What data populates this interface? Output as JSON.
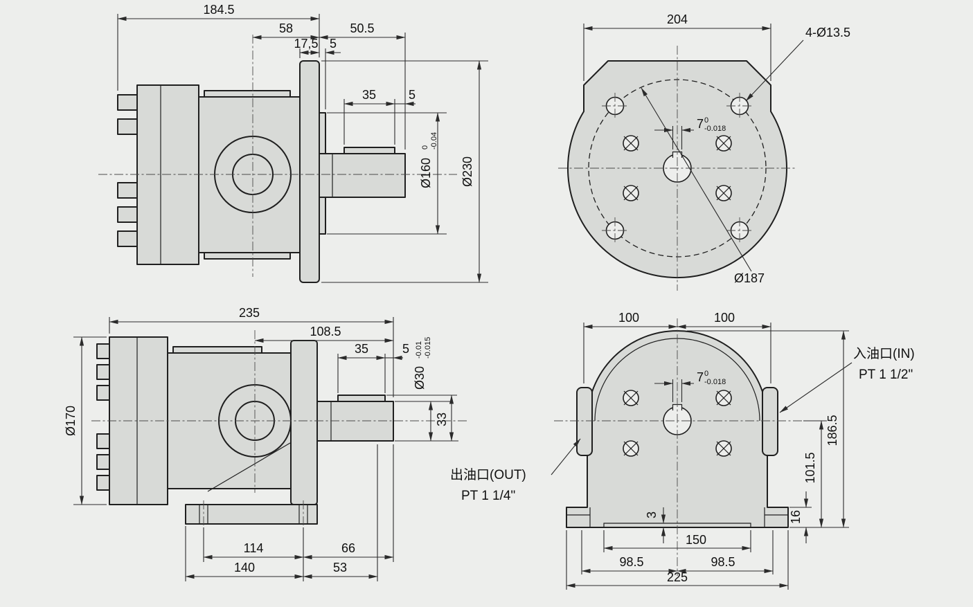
{
  "colors": {
    "background": "#edeeec",
    "metal_fill": "#d8dad7",
    "object_line": "#1f1f1f",
    "dimension_line": "#2b2b2b"
  },
  "side_view_top": {
    "len_total": "184.5",
    "len_58": "58",
    "len_50_5": "50.5",
    "len_17_5": "17,5",
    "len_5_pilot": "5",
    "key_35": "35",
    "key_5": "5",
    "dia_160": "Ø160",
    "dia_160_tol_hi": "0",
    "dia_160_tol_lo": "-0.04",
    "dia_230": "Ø230"
  },
  "front_view_top": {
    "width_204": "204",
    "holes": "4-Ø13.5",
    "key_7": "7",
    "key_tol_hi": "0",
    "key_tol_lo": "-0.018",
    "bolt_circle": "Ø187"
  },
  "side_view_bottom": {
    "len_total": "235",
    "len_108_5": "108.5",
    "key_35": "35",
    "key_5": "5",
    "dia_30": "Ø30",
    "dia_30_tol_hi": "-0.01",
    "dia_30_tol_lo": "-0.015",
    "dia_170": "Ø170",
    "height_33": "33",
    "len_114": "114",
    "len_66": "66",
    "len_140": "140",
    "len_53": "53"
  },
  "front_view_bottom": {
    "width_100_left": "100",
    "width_100_right": "100",
    "key_7": "7",
    "key_tol_hi": "0",
    "key_tol_lo": "-0.018",
    "inlet_line1": "入油口(IN)",
    "inlet_line2": "PT 1 1/2\"",
    "outlet_line1": "出油口(OUT)",
    "outlet_line2": "PT 1 1/4\"",
    "height_186_5": "186.5",
    "height_101_5": "101.5",
    "height_16": "16",
    "depth_3": "3",
    "width_150": "150",
    "width_98_5_left": "98.5",
    "width_98_5_right": "98.5",
    "width_225": "225"
  }
}
